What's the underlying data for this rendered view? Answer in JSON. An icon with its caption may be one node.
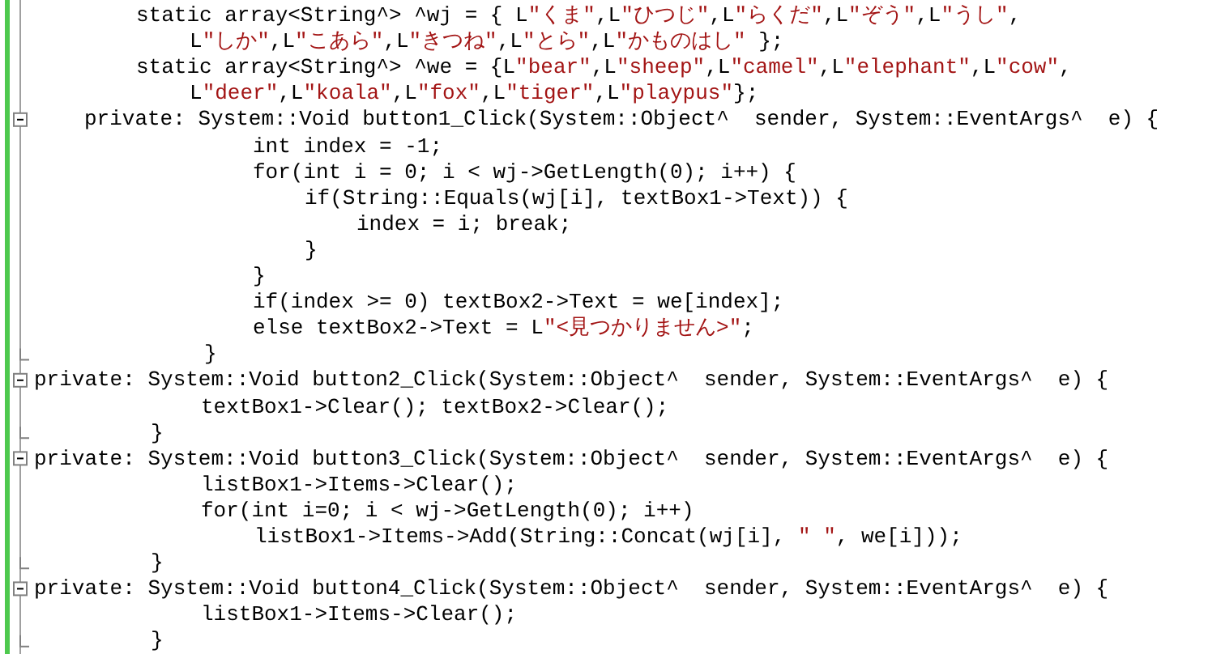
{
  "diagram": {
    "labels": [
      "static array<String^> ^wj = { L\"くま\",L\"ひつじ\",L\"らくだ\",L\"ぞう\",L\"うし\",",
      "L\"しか\",L\"こあら\",L\"きつね\",L\"とら\",L\"かものはし\" };",
      "static array<String^> ^we = {L\"bear\",L\"sheep\",L\"camel\",L\"elephant\",L\"cow\",",
      "L\"deer\",L\"koala\",L\"fox\",L\"tiger\",L\"playpus\"};",
      "private: System::Void button1_Click(System::Object^  sender, System::EventArgs^  e) {",
      "int index = -1;",
      "for(int i = 0; i < wj->GetLength(0); i++) {",
      "if(String::Equals(wj[i], textBox1->Text)) {",
      "index = i; break;",
      "}",
      "}",
      "if(index >= 0) textBox2->Text = we[index];",
      "else textBox2->Text = L\"<見つかりません>\";",
      "}",
      "private: System::Void button2_Click(System::Object^  sender, System::EventArgs^  e) {",
      "textBox1->Clear(); textBox2->Clear();",
      "}",
      "private: System::Void button3_Click(System::Object^  sender, System::EventArgs^  e) {",
      "listBox1->Items->Clear();",
      "for(int i=0; i < wj->GetLength(0); i++)",
      "listBox1->Items->Add(String::Concat(wj[i], \" \", we[i]));",
      "}",
      "private: System::Void button4_Click(System::Object^  sender, System::EventArgs^  e) {",
      "listBox1->Items->Clear();",
      "}"
    ]
  }
}
